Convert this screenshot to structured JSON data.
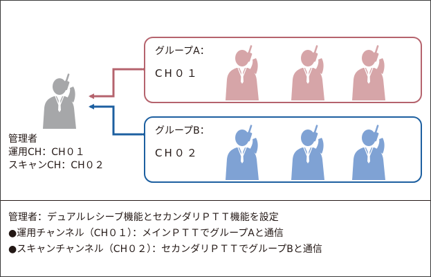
{
  "colors": {
    "manager": "#a6a7a9",
    "group_a": "#d6a5a8",
    "group_a_border": "#b5636d",
    "group_b": "#7fa2d4",
    "group_b_border": "#1c5fa0",
    "text": "#231815"
  },
  "figure_icon": "person-with-radio-icon",
  "manager": {
    "title": "管理者",
    "operating_channel": "運用CH：CH０１",
    "scan_channel": "スキャンCH：CH０２"
  },
  "groups": [
    {
      "name": "グループA：",
      "channel": "CH０１",
      "members": 3
    },
    {
      "name": "グループB：",
      "channel": "CH０２",
      "members": 3
    }
  ],
  "legend": [
    "管理者：デュアルレシーブ機能とセカンダリＰＴＴ機能を設定",
    "●運用チャンネル（CH０１）：メインＰＴＴでグループAと通信",
    "●スキャンチャンネル（CH０２）：セカンダリＰＴＴでグループBと通信"
  ]
}
